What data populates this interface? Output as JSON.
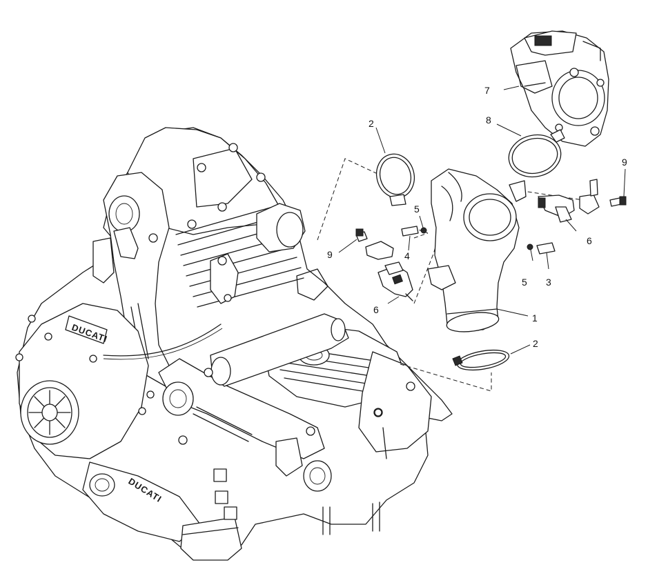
{
  "callouts": {
    "c1": "1",
    "c2a": "2",
    "c2b": "2",
    "c3": "3",
    "c4": "4",
    "c5a": "5",
    "c5b": "5",
    "c6a": "6",
    "c6b": "6",
    "c7": "7",
    "c8": "8",
    "c9a": "9",
    "c9b": "9"
  },
  "engine": {
    "cover_logo": "DUCATI",
    "case_logo": "DUCATI"
  },
  "colors": {
    "line": "#1a1a1a",
    "background": "#ffffff"
  }
}
